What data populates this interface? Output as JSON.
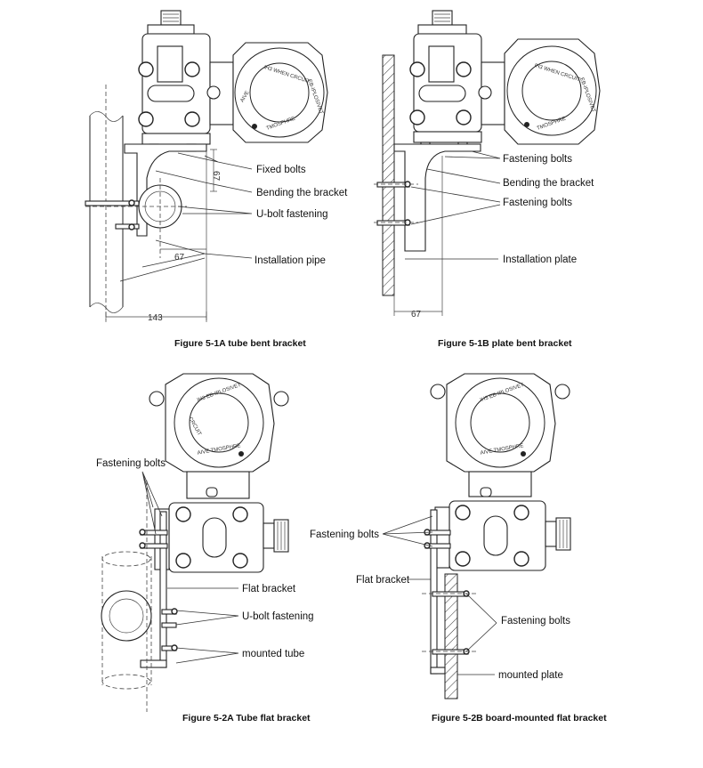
{
  "figures": {
    "fig_1a": {
      "caption": "Figure 5-1A tube bent bracket",
      "labels": [
        "Fixed bolts",
        "Bending the bracket",
        "U-bolt fastening",
        "Installation pipe"
      ],
      "dims": [
        "67",
        "67",
        "143"
      ]
    },
    "fig_1b": {
      "caption": "Figure 5-1B plate bent bracket",
      "labels": [
        "Fastening bolts",
        "Bending the bracket",
        "Fastening bolts",
        "Installation plate"
      ],
      "dims": [
        "67"
      ]
    },
    "fig_2a": {
      "caption": "Figure 5-2A Tube flat bracket",
      "labels": [
        "Fastening bolts",
        "Flat bracket",
        "U-bolt fastening",
        "mounted tube"
      ]
    },
    "fig_2b": {
      "caption": "Figure 5-2B board-mounted flat bracket",
      "labels": [
        "Fastening bolts",
        "Flat bracket",
        "Fastening bolts",
        "mounted plate"
      ]
    }
  },
  "housing_text": {
    "ring": "EB-IPLOSIVET TMOSPHRE CIRCUIT AIVE",
    "inner": "IH3 WHEN CRCUIT"
  }
}
